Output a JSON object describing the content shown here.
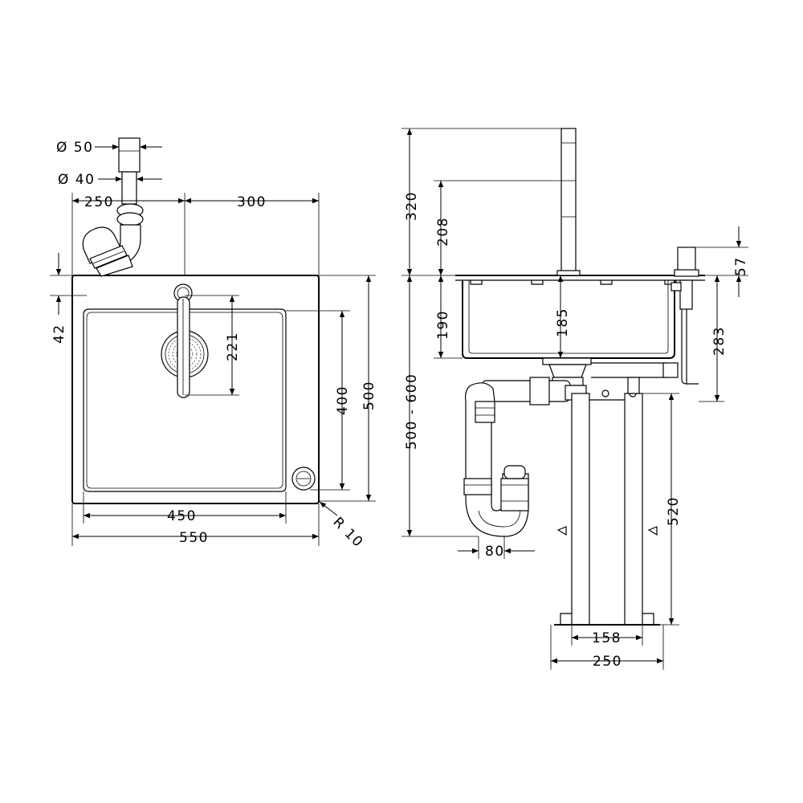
{
  "diagram": {
    "top_view": {
      "pipe_diameter_outer": "Ø 50",
      "pipe_diameter_inner": "Ø 40",
      "offset_left": "250",
      "offset_right": "300",
      "rim_offset": "42",
      "tap_reach": "221",
      "bowl_depth": "400",
      "sink_depth": "500",
      "bowl_width": "450",
      "sink_width": "550",
      "corner_radius": "R 10"
    },
    "side_view": {
      "tap_height": "320",
      "spout_height": "208",
      "bowl_height": "190",
      "drain_height": "185",
      "cabinet_range": "500 - 600",
      "soap_height": "57",
      "overflow_depth": "283",
      "frame_height": "520",
      "trap_width": "80",
      "leg_spacing": "158",
      "frame_width": "250"
    }
  }
}
